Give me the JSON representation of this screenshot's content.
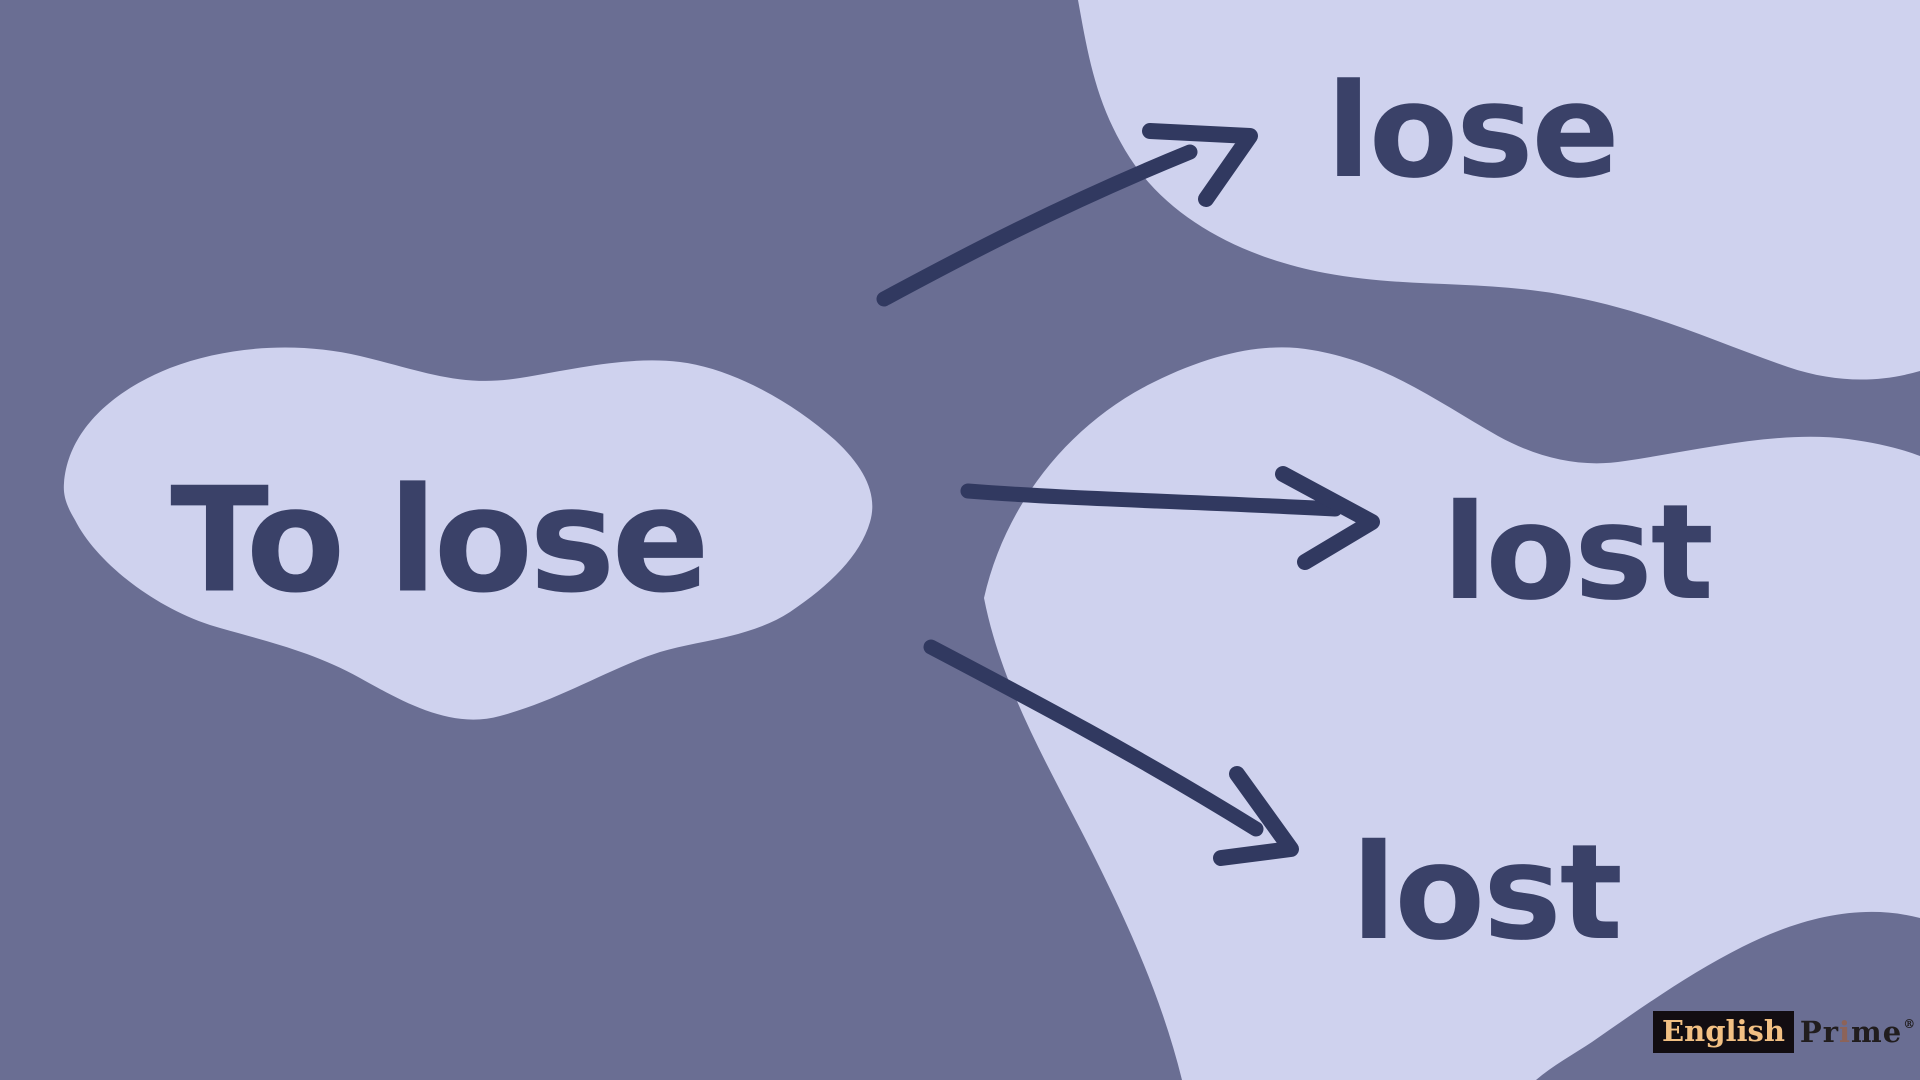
{
  "verb": {
    "infinitive": "To lose",
    "base_form": "lose",
    "past_simple": "lost",
    "past_participle": "lost"
  },
  "brand": {
    "box_text": "English",
    "rest_pr": "Pr",
    "rest_i": "i",
    "rest_me": "me",
    "registered": "®"
  },
  "colors": {
    "background": "#6A6E93",
    "blob": "#CFD2EE",
    "text": "#3A4168",
    "arrow": "#313960",
    "logo_box_bg": "#120D11",
    "logo_box_text": "#F2C083",
    "logo_prime_text": "#211D1E",
    "logo_i_accent": "#8D6358"
  }
}
